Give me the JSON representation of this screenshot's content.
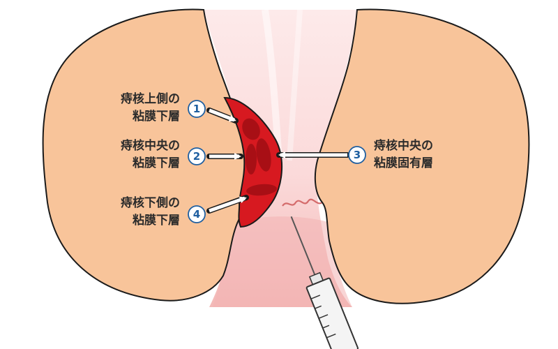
{
  "labels": [
    {
      "number": "1",
      "lines": [
        "痔核上側の",
        "粘膜下層"
      ]
    },
    {
      "number": "2",
      "lines": [
        "痔核中央の",
        "粘膜下層"
      ]
    },
    {
      "number": "3",
      "lines": [
        "痔核中央の",
        "粘膜固有層"
      ]
    },
    {
      "number": "4",
      "lines": [
        "痔核下側の",
        "粘膜下層"
      ]
    }
  ],
  "colors": {
    "skin": "#f8c49a",
    "skin_outline": "#1a1a1a",
    "canal": "#fbe1e1",
    "canal_deep": "#f6b8b6",
    "hemorrhoid": "#d71920",
    "hemorrhoid_inner": "#a80f15",
    "arrow": "#ffffff",
    "number_ring": "#1f5fa0"
  },
  "icons": [
    "syringe-icon",
    "arrow-icon"
  ]
}
